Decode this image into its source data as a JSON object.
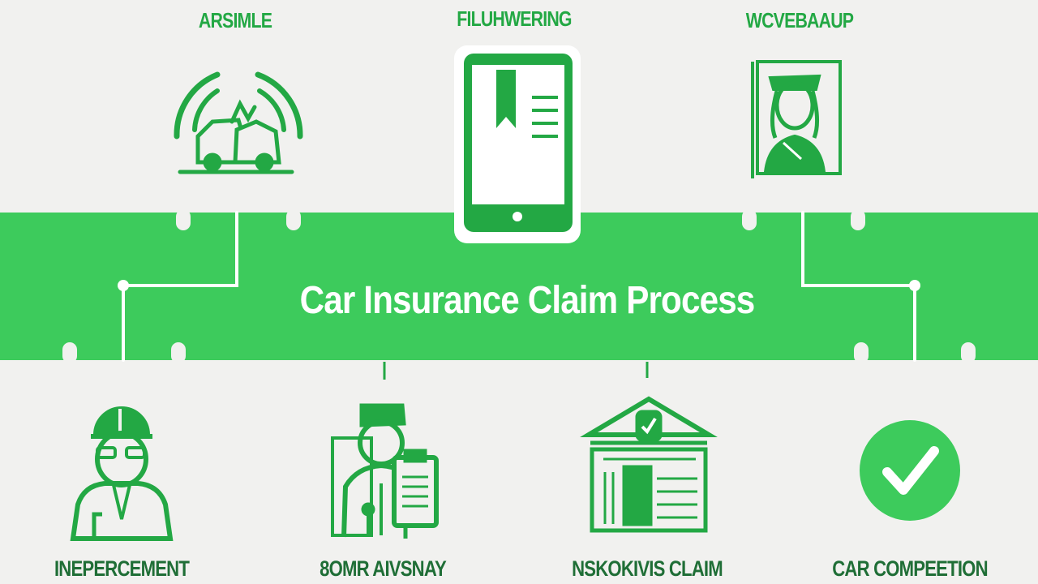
{
  "title": "Car Insurance  Claim Process",
  "colors": {
    "accent": "#3dcb5c",
    "icon_green": "#23a844",
    "label_dark_green": "#1f6e36",
    "background": "#f1f1ef"
  },
  "top_steps": [
    {
      "label": "ARSIMLE",
      "icon": "car-accident-icon"
    },
    {
      "label": "FILUHWERING",
      "icon": "smartphone-document-icon"
    },
    {
      "label": "WCVEBAAUP",
      "icon": "person-portrait-icon"
    }
  ],
  "bottom_steps": [
    {
      "label": "INEPERCEMENT",
      "icon": "adjuster-hardhat-icon"
    },
    {
      "label": "8OMR AIVSNAY",
      "icon": "doctor-clipboard-icon"
    },
    {
      "label": "NSKOKIVIS CLAIM",
      "icon": "bank-approval-icon"
    },
    {
      "label": "CAR COMPEETION",
      "icon": "checkmark-circle-icon"
    }
  ]
}
